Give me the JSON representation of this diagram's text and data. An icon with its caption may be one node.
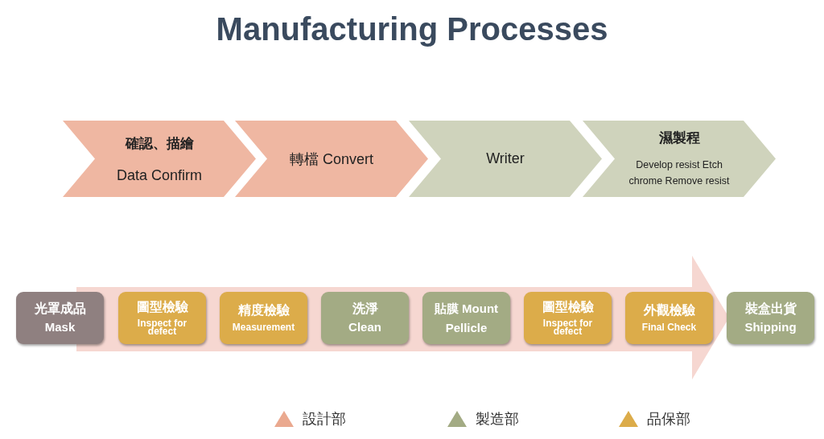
{
  "diagram": {
    "title": "Manufacturing Processes",
    "nodes": [
      {
        "text": [
          "確認、描繪",
          "Data Confirm"
        ]
      },
      {
        "text": [
          "轉檔 Convert"
        ]
      },
      {
        "text": [
          "Writer"
        ]
      },
      {
        "text": [
          "濕製程",
          "Develop resist Etch chrome Remove resist"
        ]
      },
      {
        "text": [
          "光罩成品",
          "Mask"
        ]
      },
      {
        "text": [
          "圖型檢驗",
          "Inspect for defect"
        ]
      },
      {
        "text": [
          "精度檢驗",
          "Measurement"
        ]
      },
      {
        "text": [
          "洗淨",
          "Clean"
        ]
      },
      {
        "text": [
          "貼膜 Mount Pellicle"
        ]
      },
      {
        "text": [
          "圖型檢驗",
          "Inspect for defect"
        ]
      },
      {
        "text": [
          "外觀檢驗",
          "Final Check"
        ]
      },
      {
        "text": [
          "裝盒出貨",
          "Shipping"
        ]
      }
    ],
    "legend": [
      {
        "text": "設計部",
        "color": "#eaa98f"
      },
      {
        "text": "製造部",
        "color": "#a3ab84"
      },
      {
        "text": "品保部",
        "color": "#dcac4a"
      }
    ]
  }
}
